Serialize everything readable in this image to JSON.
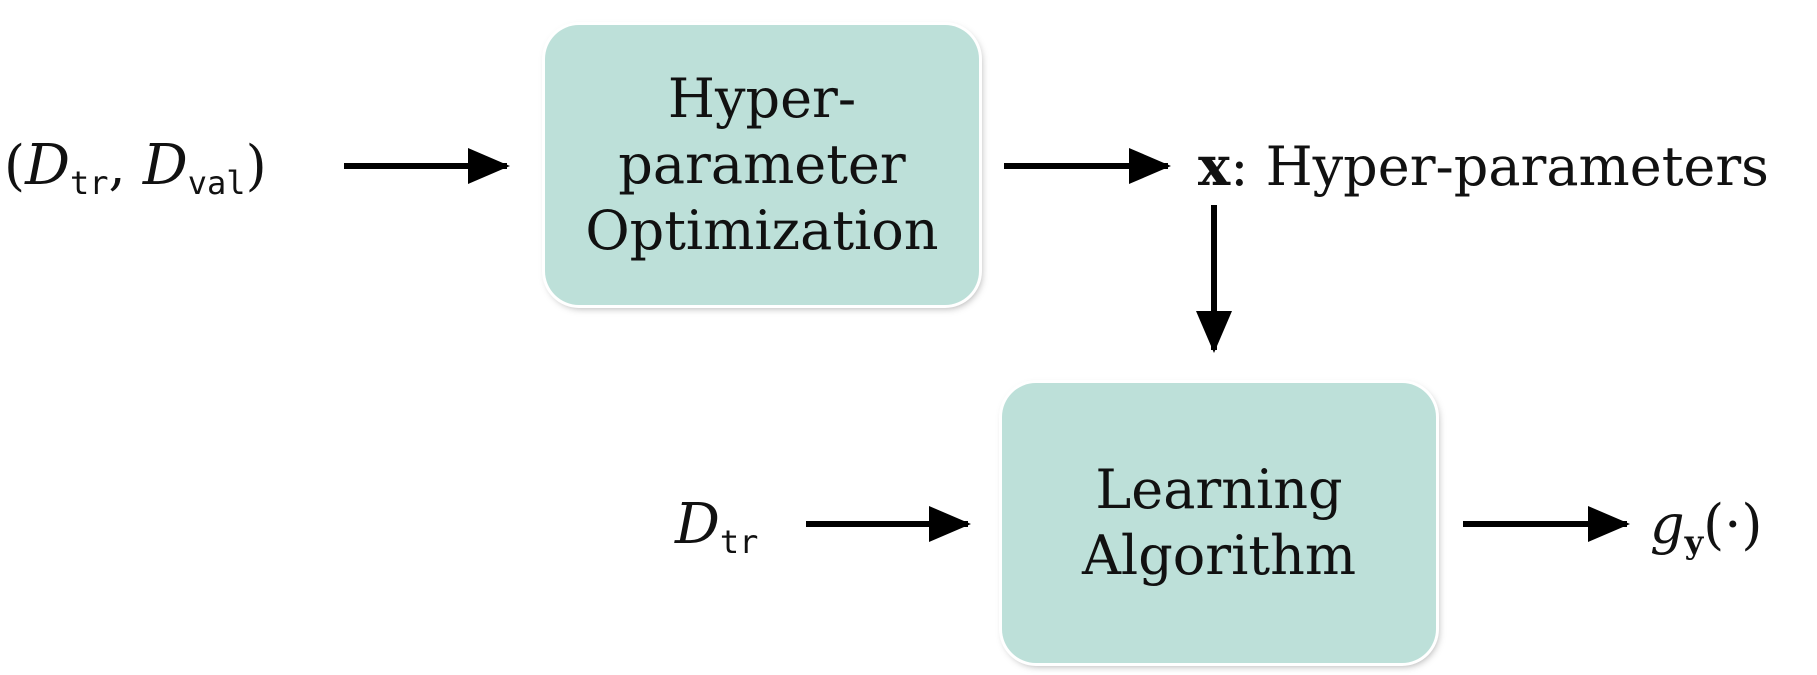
{
  "diagram": {
    "nodes": {
      "hpo": {
        "lines": [
          "Hyper-",
          "parameter",
          "Optimization"
        ]
      },
      "learning": {
        "lines": [
          "Learning",
          "Algorithm"
        ]
      }
    },
    "labels": {
      "input_pair": {
        "open": "(",
        "d1": "D",
        "d1_sub": "tr",
        "comma": ", ",
        "d2": "D",
        "d2_sub": "val",
        "close": ")"
      },
      "hyper_output": {
        "symbol": "x",
        "colon": ":",
        "text": "Hyper-parameters"
      },
      "train_input": {
        "d": "D",
        "sub": "tr"
      },
      "final_output": {
        "g": "g",
        "sub": "y",
        "arg": "(·)"
      }
    },
    "edges": [
      {
        "from": "input_pair",
        "to": "hpo"
      },
      {
        "from": "hpo",
        "to": "hyper_output"
      },
      {
        "from": "hyper_output",
        "to": "learning"
      },
      {
        "from": "train_input",
        "to": "learning"
      },
      {
        "from": "learning",
        "to": "final_output"
      }
    ],
    "colors": {
      "box_fill": "#bde0d9",
      "arrow": "#000000",
      "text": "#111111"
    }
  }
}
